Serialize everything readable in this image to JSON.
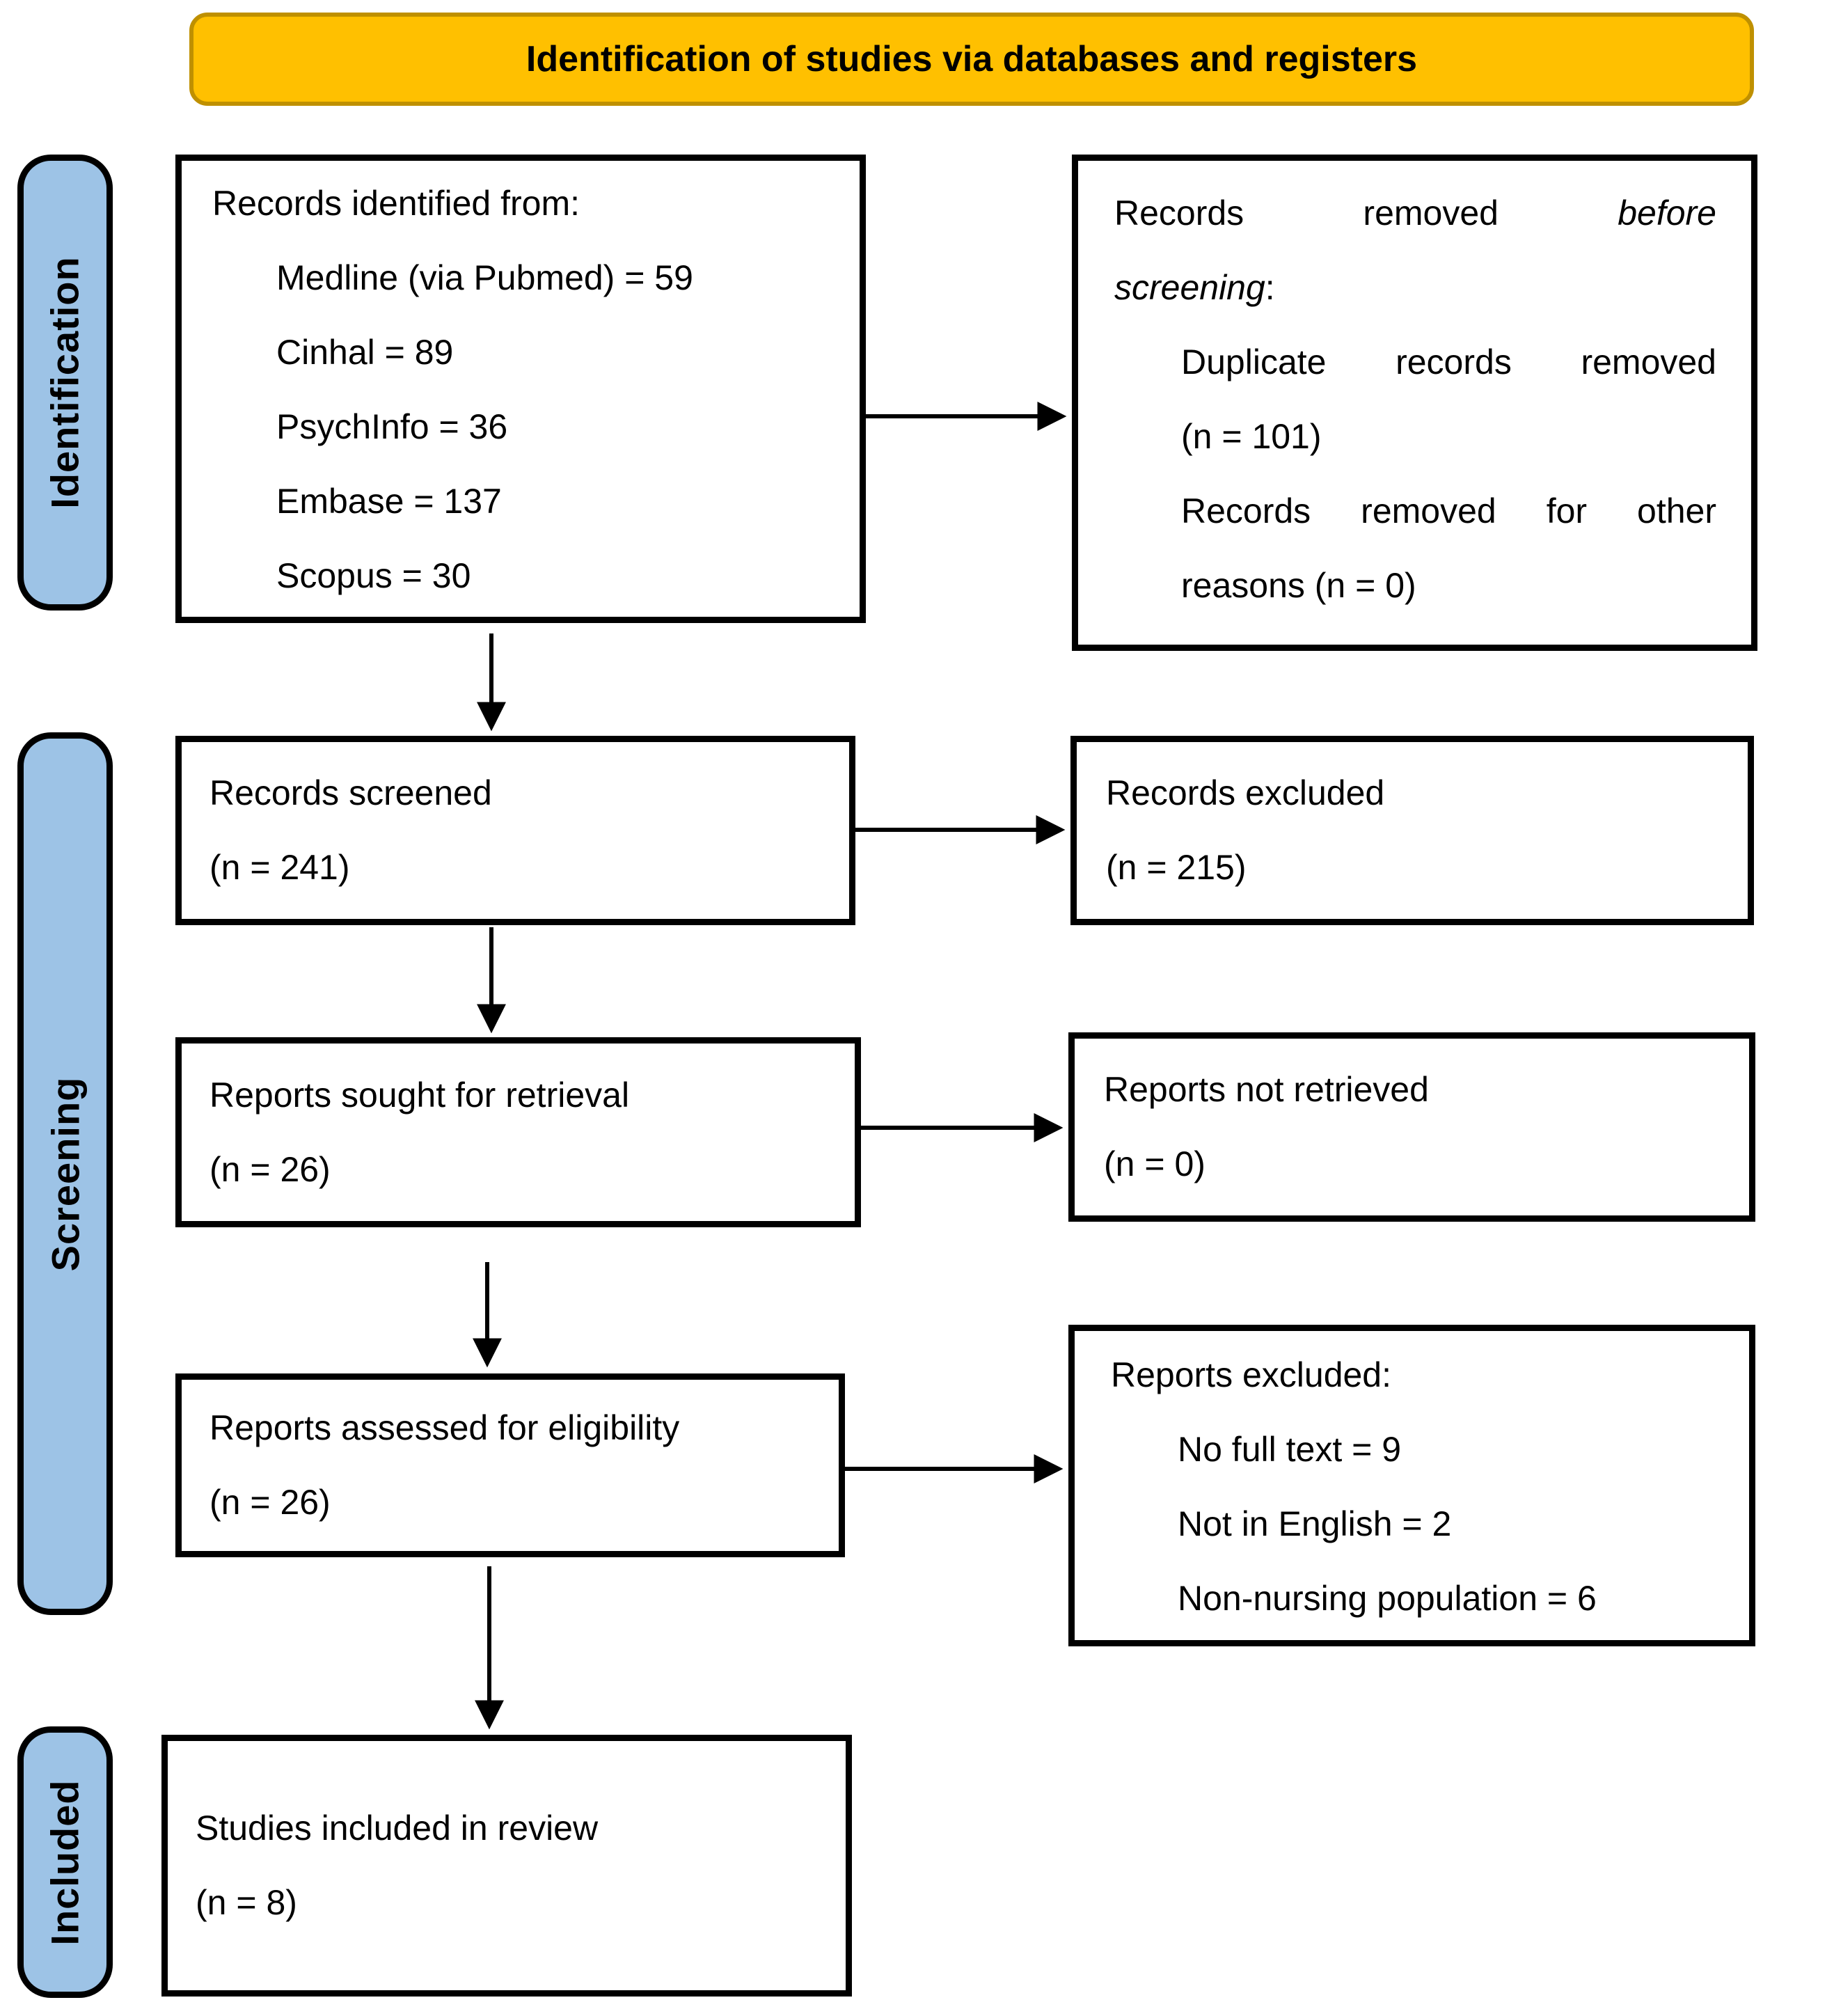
{
  "title": "Identification of studies via databases and registers",
  "colors": {
    "banner_fill": "#FFC000",
    "banner_border": "#BF9000",
    "sidebar_fill": "#9DC3E6",
    "box_border": "#000000",
    "box_fill": "#FFFFFF"
  },
  "sidebars": {
    "identification": "Identification",
    "screening": "Screening",
    "included": "Included"
  },
  "boxes": {
    "records_identified": {
      "heading": "Records identified from:",
      "items": [
        "Medline (via Pubmed) = 59",
        "Cinhal = 89",
        "PsychInfo = 36",
        "Embase = 137",
        "Scopus = 30"
      ]
    },
    "records_removed": {
      "heading_line1_text": "Records removed",
      "heading_line1_italic": "before",
      "heading_line2_italic": "screening",
      "heading_line2_suffix": ":",
      "item1_line1": "Duplicate records removed",
      "item1_line2": "(n = 101)",
      "item2_line1": "Records removed for other",
      "item2_line2": "reasons (n = 0)"
    },
    "records_screened": {
      "label": "Records screened",
      "count": "(n = 241)"
    },
    "records_excluded": {
      "label": "Records excluded",
      "count": "(n = 215)"
    },
    "reports_sought": {
      "label": "Reports sought for retrieval",
      "count": "(n = 26)"
    },
    "reports_not_retrieved": {
      "label": "Reports not retrieved",
      "count": "(n = 0)"
    },
    "reports_assessed": {
      "label": "Reports assessed for eligibility",
      "count": "(n = 26)"
    },
    "reports_excluded": {
      "heading": "Reports excluded:",
      "items": [
        "No full text = 9",
        "Not in English = 2",
        "Non-nursing population = 6"
      ]
    },
    "studies_included": {
      "label": "Studies included in review",
      "count": "(n = 8)"
    }
  }
}
